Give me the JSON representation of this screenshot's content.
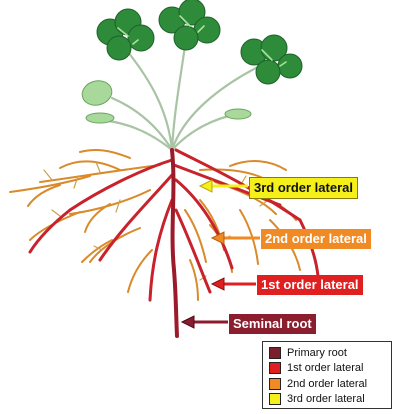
{
  "labels": {
    "third_order": "3rd order lateral",
    "second_order": "2nd order lateral",
    "first_order": "1st order lateral",
    "seminal": "Seminal root"
  },
  "legend": {
    "items": [
      {
        "label": "Primary root",
        "color": "#7a1f2b"
      },
      {
        "label": "1st order lateral",
        "color": "#e02020"
      },
      {
        "label": "2nd order lateral",
        "color": "#f08a24"
      },
      {
        "label": "3rd order lateral",
        "color": "#f5f01a"
      }
    ]
  },
  "colors": {
    "primary_root": "#9b1b2a",
    "first_order": "#c8232c",
    "second_order": "#d98a2b",
    "third_order_outline": "#8a6a1a",
    "leaf": "#2e8b3a",
    "leaf_light": "#8ccf7e",
    "stem": "#9fbf9a",
    "label_seminal_bg": "#8b1e2e",
    "label_first_bg": "#e02020",
    "label_second_bg": "#f08a24",
    "label_third_bg": "#f5f01a"
  }
}
